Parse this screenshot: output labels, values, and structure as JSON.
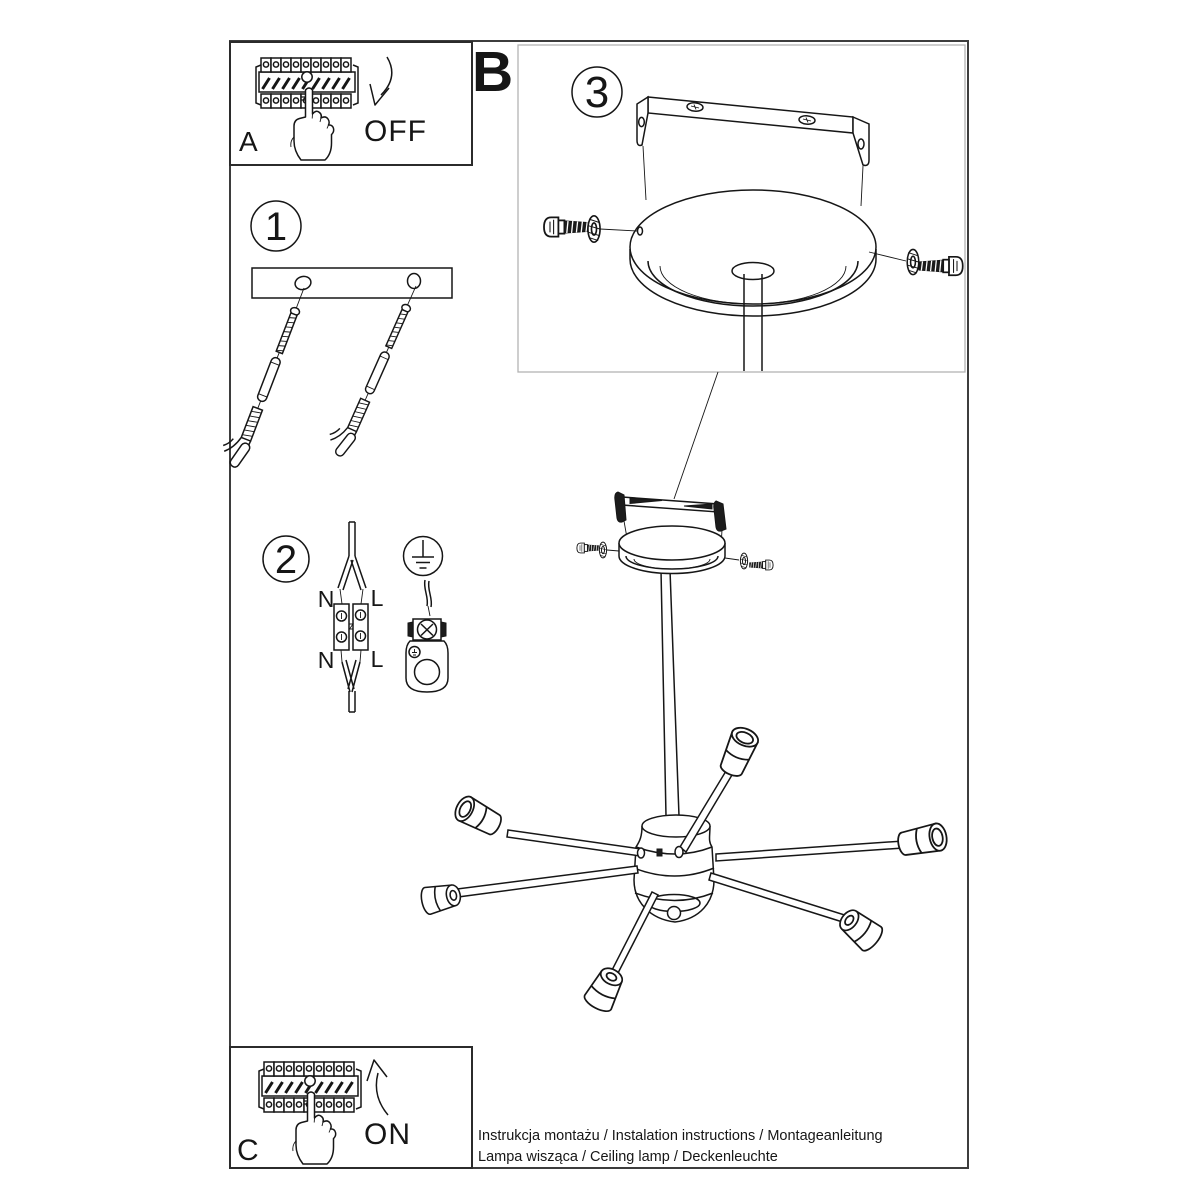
{
  "doc": {
    "panel_a": {
      "label": "A",
      "action": "OFF"
    },
    "panel_c": {
      "label": "C",
      "action": "ON"
    },
    "section_b": "B",
    "step1": "1",
    "step2": "2",
    "step3": "3",
    "wiring": {
      "top_n": "N",
      "top_l": "L",
      "bottom_n": "N",
      "bottom_l": "L"
    },
    "footer": {
      "line1": "Instrukcja montażu / Instalation instructions / Montageanleitung",
      "line2": "Lampa wisząca / Ceiling lamp / Deckenleuchte"
    }
  }
}
